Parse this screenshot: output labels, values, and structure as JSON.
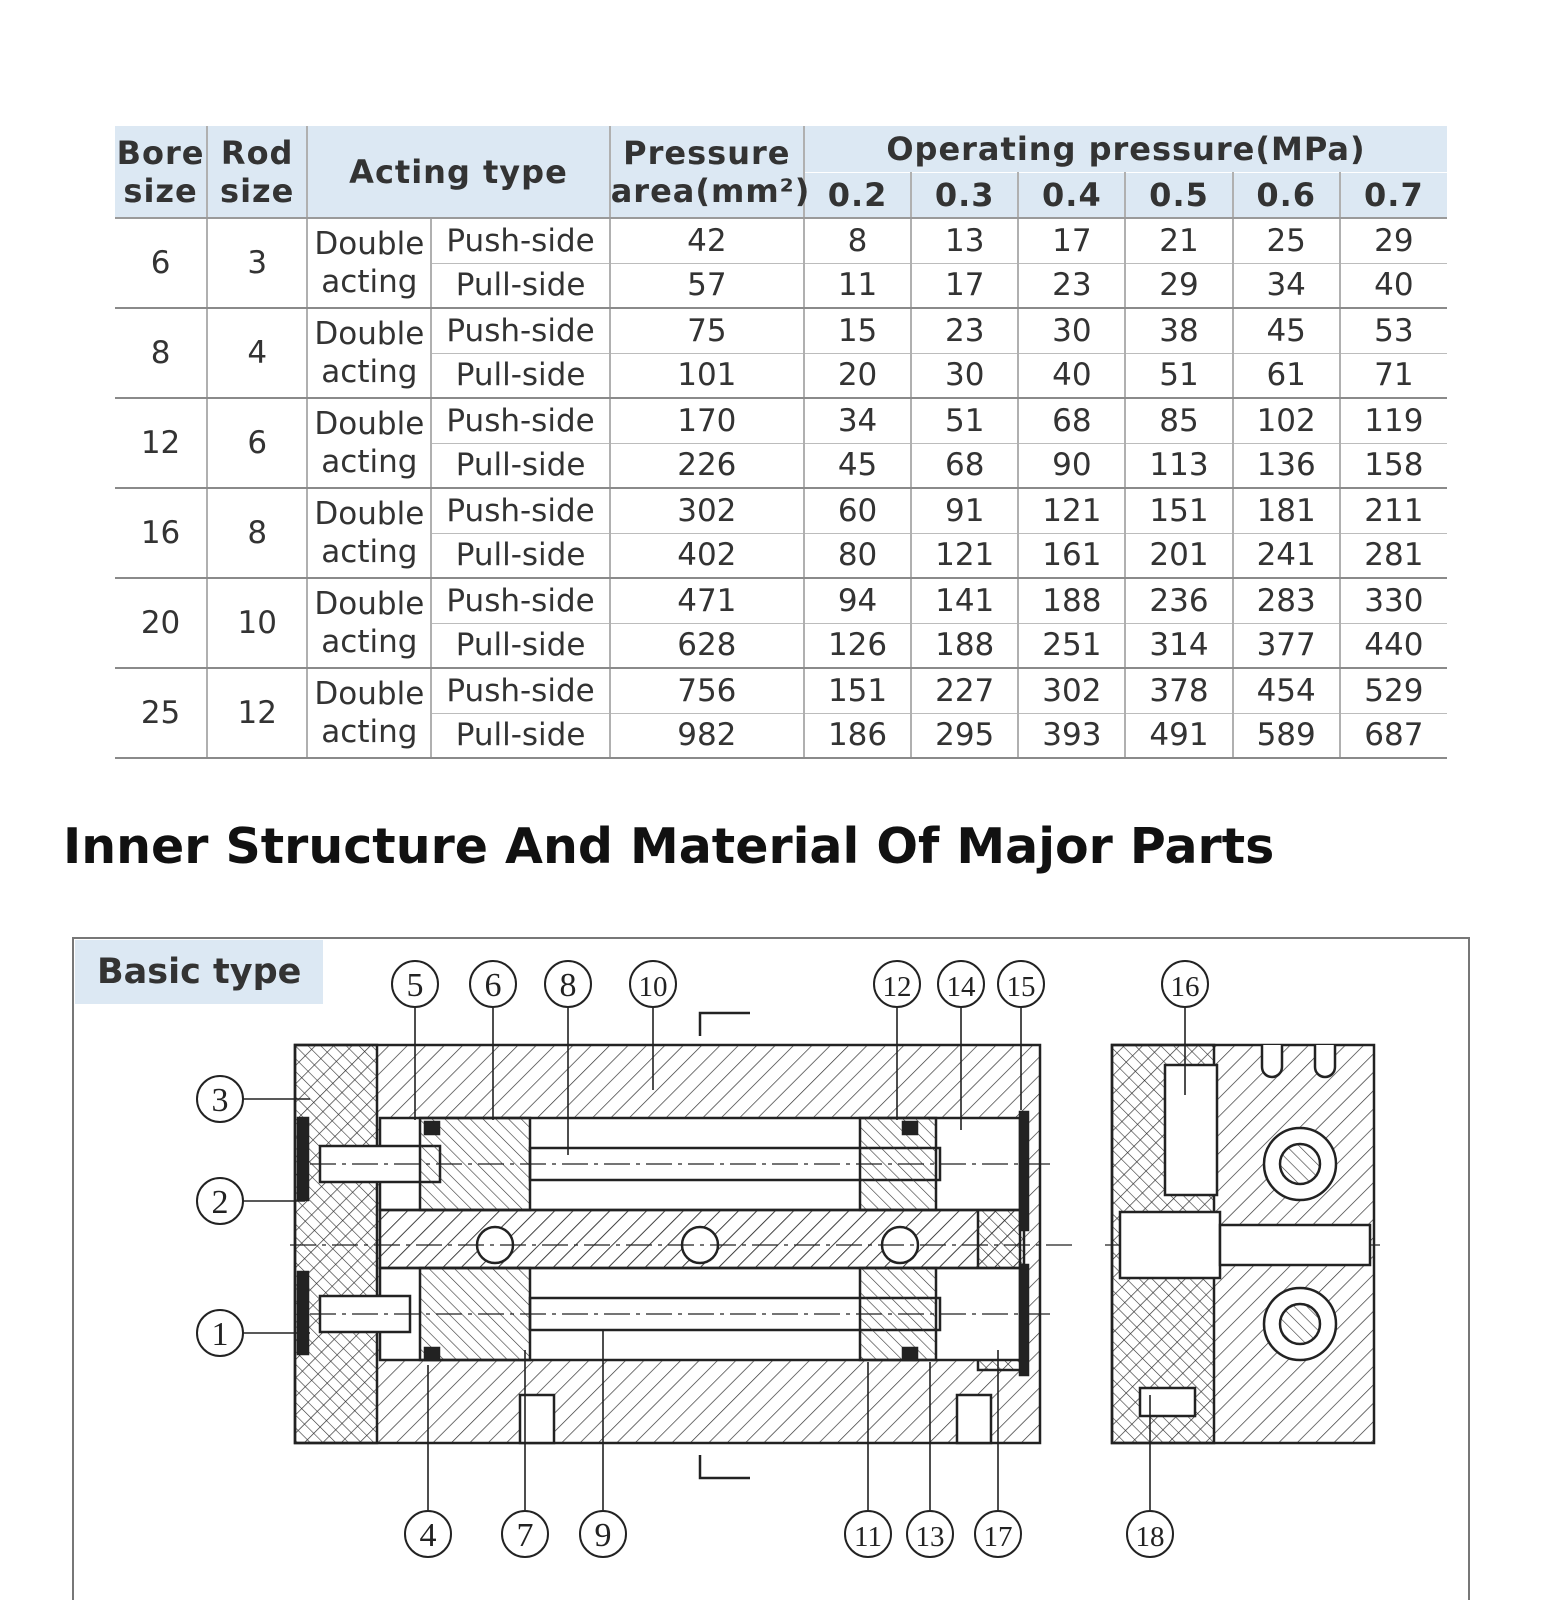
{
  "table": {
    "headers": {
      "bore_size": [
        "Bore",
        "size"
      ],
      "rod_size": [
        "Rod",
        "size"
      ],
      "acting_type": "Acting type",
      "pressure_area": [
        "Pressure",
        "area(mm²)"
      ],
      "operating_pressure": "Operating pressure(MPa)",
      "pressures": [
        "0.2",
        "0.3",
        "0.4",
        "0.5",
        "0.6",
        "0.7"
      ]
    },
    "rows": [
      {
        "bore": "6",
        "rod": "3",
        "acting": [
          "Double",
          "acting"
        ],
        "push": {
          "side": "Push-side",
          "area": "42",
          "forces": [
            "8",
            "13",
            "17",
            "21",
            "25",
            "29"
          ]
        },
        "pull": {
          "side": "Pull-side",
          "area": "57",
          "forces": [
            "11",
            "17",
            "23",
            "29",
            "34",
            "40"
          ]
        }
      },
      {
        "bore": "8",
        "rod": "4",
        "acting": [
          "Double",
          "acting"
        ],
        "push": {
          "side": "Push-side",
          "area": "75",
          "forces": [
            "15",
            "23",
            "30",
            "38",
            "45",
            "53"
          ]
        },
        "pull": {
          "side": "Pull-side",
          "area": "101",
          "forces": [
            "20",
            "30",
            "40",
            "51",
            "61",
            "71"
          ]
        }
      },
      {
        "bore": "12",
        "rod": "6",
        "acting": [
          "Double",
          "acting"
        ],
        "push": {
          "side": "Push-side",
          "area": "170",
          "forces": [
            "34",
            "51",
            "68",
            "85",
            "102",
            "119"
          ]
        },
        "pull": {
          "side": "Pull-side",
          "area": "226",
          "forces": [
            "45",
            "68",
            "90",
            "113",
            "136",
            "158"
          ]
        }
      },
      {
        "bore": "16",
        "rod": "8",
        "acting": [
          "Double",
          "acting"
        ],
        "push": {
          "side": "Push-side",
          "area": "302",
          "forces": [
            "60",
            "91",
            "121",
            "151",
            "181",
            "211"
          ]
        },
        "pull": {
          "side": "Pull-side",
          "area": "402",
          "forces": [
            "80",
            "121",
            "161",
            "201",
            "241",
            "281"
          ]
        }
      },
      {
        "bore": "20",
        "rod": "10",
        "acting": [
          "Double",
          "acting"
        ],
        "push": {
          "side": "Push-side",
          "area": "471",
          "forces": [
            "94",
            "141",
            "188",
            "236",
            "283",
            "330"
          ]
        },
        "pull": {
          "side": "Pull-side",
          "area": "628",
          "forces": [
            "126",
            "188",
            "251",
            "314",
            "377",
            "440"
          ]
        }
      },
      {
        "bore": "25",
        "rod": "12",
        "acting": [
          "Double",
          "acting"
        ],
        "push": {
          "side": "Push-side",
          "area": "756",
          "forces": [
            "151",
            "227",
            "302",
            "378",
            "454",
            "529"
          ]
        },
        "pull": {
          "side": "Pull-side",
          "area": "982",
          "forces": [
            "186",
            "295",
            "393",
            "491",
            "589",
            "687"
          ]
        }
      }
    ]
  },
  "section_title": "Inner Structure And Material Of Major Parts",
  "drawing": {
    "label": "Basic type",
    "callouts": [
      "1",
      "2",
      "3",
      "4",
      "5",
      "6",
      "7",
      "8",
      "9",
      "10",
      "11",
      "12",
      "13",
      "14",
      "15",
      "16",
      "17",
      "18"
    ]
  },
  "colors": {
    "header_fill": "#dce8f3",
    "line": "#333333"
  }
}
